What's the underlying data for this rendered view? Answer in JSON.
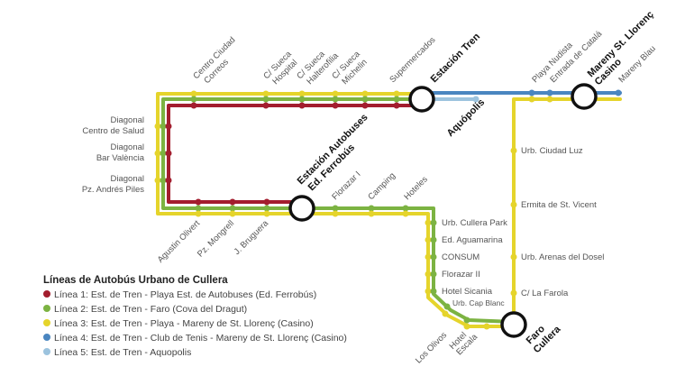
{
  "colors": {
    "line1": "#A31D2E",
    "line2": "#7CB342",
    "line3": "#E5D42B",
    "line4": "#4A86C0",
    "line5": "#9CC3DE",
    "hub_fill": "#ffffff",
    "hub_stroke": "#111111",
    "text": "#555555",
    "text_bold": "#111111"
  },
  "hubs": {
    "estacion_tren": "Estación Tren",
    "autobuses_line1": "Estación Autobuses",
    "autobuses_line2": "Ed. Ferrobús",
    "faro_line1": "Faro",
    "faro_line2": "Cullera",
    "casino_line1": "Mareny St. Llorenç",
    "casino_line2": "Casino"
  },
  "stops": {
    "centro_ciudad_1": "Centro Ciudad",
    "centro_ciudad_2": "Correos",
    "sueca_hospital_1": "C/ Sueca",
    "sueca_hospital_2": "Hospital",
    "sueca_halterofilia_1": "C/ Sueca",
    "sueca_halterofilia_2": "Halterofilia",
    "sueca_michelin_1": "C/ Sueca",
    "sueca_michelin_2": "Michelin",
    "supermercados": "Supermercados",
    "playa_nudista": "Playa Nudista",
    "entrada_catala": "Entrada de Catalá",
    "mareny_blau": "Mareny Blau",
    "aquopolis": "Aquópolis",
    "diagonal_salud_1": "Diagonal",
    "diagonal_salud_2": "Centro de Salud",
    "diagonal_bar_1": "Diagonal",
    "diagonal_bar_2": "Bar València",
    "diagonal_piles_1": "Diagonal",
    "diagonal_piles_2": "Pz. Andrés Piles",
    "agustin_olivert": "Agustin Olivert",
    "pz_mongrell": "Pz. Mongrell",
    "j_bruguera": "J. Bruguera",
    "florazar_1": "Florazar I",
    "camping": "Camping",
    "hoteles": "Hoteles",
    "cullera_park": "Urb. Cullera Park",
    "aguamarina": "Ed. Aguamarina",
    "consum": "CONSUM",
    "florazar_2": "Florazar II",
    "hotel_sicania": "Hotel Sicania",
    "cap_blanc": "Urb. Cap Blanc",
    "los_olivos": "Los Olivos",
    "hotel_escala_1": "Hotel",
    "hotel_escala_2": "Escala",
    "ciudad_luz": "Urb. Ciudad Luz",
    "ermita": "Ermita de St. Vicent",
    "arenas_dosel": "Urb. Arenas del Dosel",
    "la_farola": "C/ La Farola"
  },
  "legend": {
    "title": "Líneas de Autobús Urbano de Cullera",
    "items": [
      {
        "label": "Línea 1: Est. de Tren - Playa Est. de Autobuses (Ed. Ferrobús)",
        "color": "#A31D2E"
      },
      {
        "label": "Línea 2: Est. de Tren - Faro (Cova del Dragut)",
        "color": "#7CB342"
      },
      {
        "label": "Línea 3: Est. de Tren - Playa - Mareny de St. Llorenç (Casino)",
        "color": "#E5D42B"
      },
      {
        "label": "Línea 4: Est. de Tren - Club de Tenis - Mareny de St. Llorenç (Casino)",
        "color": "#4A86C0"
      },
      {
        "label": "Línea 5: Est. de Tren - Aquopolis",
        "color": "#9CC3DE"
      }
    ]
  }
}
